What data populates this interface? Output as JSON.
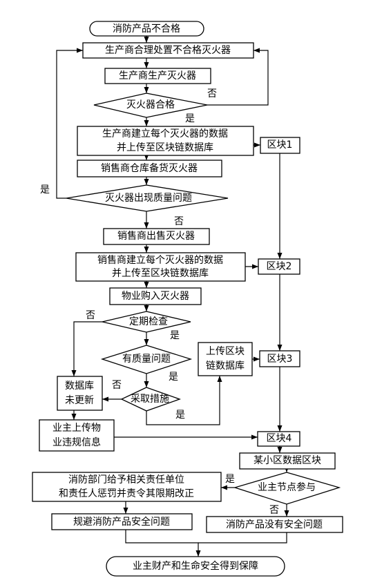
{
  "nodes": {
    "start": "消防产品不合格",
    "dispose": "生产商合理处置不合格灭火器",
    "produce": "生产商生产灭火器",
    "qualified": "灭火器合格",
    "build_data_1": "生产商建立每个灭火器的数据",
    "build_data_2": "并上传至区块链数据库",
    "stock": "销售商仓库备货灭火器",
    "quality_issue": "灭火器出现质量问题",
    "sell": "销售商出售灭火器",
    "seller_data_1": "销售商建立每个灭火器的数据",
    "seller_data_2": "并上传至区块链数据库",
    "purchase": "物业购入灭火器",
    "inspect": "定期检查",
    "has_issue": "有质量问题",
    "measures": "采取措施",
    "upload_1": "上传区块",
    "upload_2": "链数据库",
    "db_1": "数据库",
    "db_2": "未更新",
    "owner_upload_1": "业主上传物",
    "owner_upload_2": "业违规信息",
    "block1": "区块1",
    "block2": "区块2",
    "block3": "区块3",
    "block4": "区块4",
    "community_block": "某小区数据区块",
    "owner_node": "业主节点参与",
    "fire_dept_1": "消防部门给予相关责任单位",
    "fire_dept_2": "和责任人惩罚并责令其限期改正",
    "avoid": "规避消防产品安全问题",
    "no_issue": "消防产品没有安全问题",
    "end": "业主财产和生命安全得到保障"
  },
  "labels": {
    "no": "否",
    "yes": "是"
  }
}
